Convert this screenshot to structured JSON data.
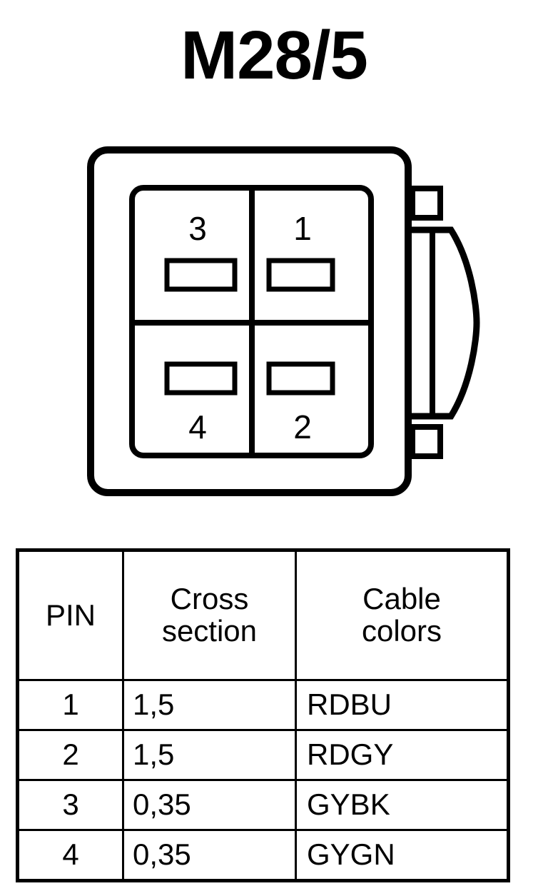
{
  "title": "M28/5",
  "connector": {
    "name": "connector-pinout-diagram",
    "pin_positions": [
      {
        "pin": "3",
        "quadrant": "top-left"
      },
      {
        "pin": "1",
        "quadrant": "top-right"
      },
      {
        "pin": "4",
        "quadrant": "bottom-left"
      },
      {
        "pin": "2",
        "quadrant": "bottom-right"
      }
    ],
    "latch": "side-locking-latch"
  },
  "table": {
    "headers": {
      "pin": "PIN",
      "cross_section_line1": "Cross",
      "cross_section_line2": "section",
      "cable_colors_line1": "Cable",
      "cable_colors_line2": "colors"
    },
    "rows": [
      {
        "pin": "1",
        "cross_section": "1,5",
        "cable_colors": "RDBU"
      },
      {
        "pin": "2",
        "cross_section": "1,5",
        "cable_colors": "RDGY"
      },
      {
        "pin": "3",
        "cross_section": "0,35",
        "cable_colors": "GYBK"
      },
      {
        "pin": "4",
        "cross_section": "0,35",
        "cable_colors": "GYGN"
      }
    ]
  },
  "colors": {
    "stroke": "#000000",
    "background": "#ffffff"
  }
}
